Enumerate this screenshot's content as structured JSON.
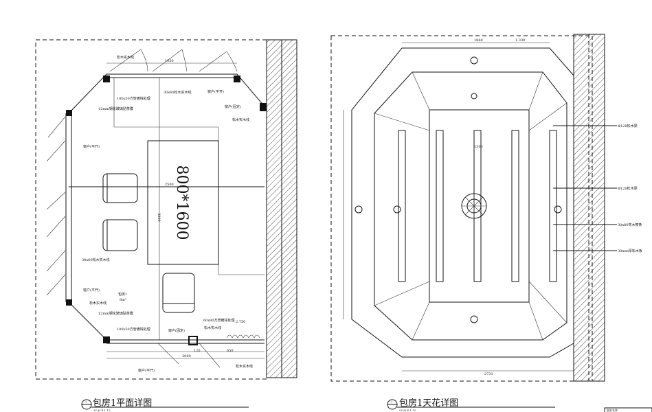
{
  "plan": {
    "title": "包房1平面详图",
    "number": "1",
    "scale": "SCALE  1:15",
    "table_size": "800*1600",
    "room_name": "包房1",
    "room_area": "8m²",
    "dims": {
      "top": "1050",
      "width": "2500",
      "height": "3300",
      "bottom": "2080",
      "d120": "120",
      "d650": "650"
    },
    "level": "2.750",
    "labels": {
      "pine_trim_top": "松木实木线",
      "pine_trim_60": "30x60松木实木线",
      "window_casement_top": "窗户(平开)",
      "steel_tube_top": "100x50方管镀锌处理",
      "glass_top": "12mm钢化玻璃贴茶膜",
      "window_fixed_top": "窗户(固定)",
      "pine_trim_right": "松木实木线",
      "window_casement_left": "窗户(平开)",
      "pine_trim_60_left": "30x60松木实木线",
      "window_casement_left2": "窗户(平开)",
      "pine_trim_left": "松木实木线",
      "glass_bottom": "12mm钢化玻璃贴茶膜",
      "steel_tube_bottom": "100x50方管镀锌处理",
      "window_fixed_bottom": "窗户(固定)",
      "steel_tube_60": "60x80方管镀锌处理",
      "pine_trim_bottom": "松木实木线",
      "window_casement_bottom": "窗户(平开)",
      "pine_trim_bottom_right": "松木实木线"
    }
  },
  "ceiling": {
    "title": "包房1天花详图",
    "number": "1",
    "scale": "SCALE  1:15",
    "dims": {
      "top": "1860",
      "top2": "1.330",
      "inner": "1300",
      "bottom": "2731"
    },
    "labels": {
      "beam1": "Φ120松木梁",
      "beam2": "Φ120松木梁",
      "purlin": "30x80实木擦条",
      "board": "30mm厚松木板"
    }
  },
  "title_block": {
    "text": "图纸名称"
  }
}
